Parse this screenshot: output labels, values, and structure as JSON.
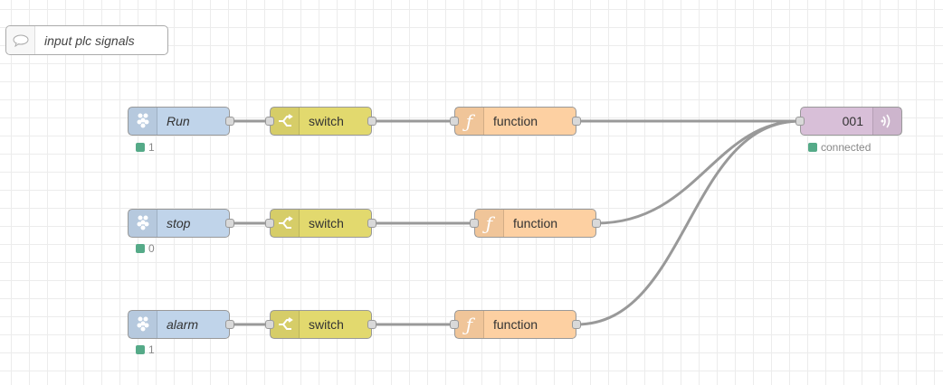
{
  "comment": {
    "label": "input plc signals",
    "icon": "comment-icon"
  },
  "rows": [
    {
      "input": {
        "label": "Run",
        "icon": "raspberry-pi-icon",
        "status": "1"
      },
      "switch": {
        "label": "switch",
        "icon": "switch-icon"
      },
      "function": {
        "label": "function",
        "icon": "function-icon"
      }
    },
    {
      "input": {
        "label": "stop",
        "icon": "raspberry-pi-icon",
        "status": "0"
      },
      "switch": {
        "label": "switch",
        "icon": "switch-icon"
      },
      "function": {
        "label": "function",
        "icon": "function-icon"
      }
    },
    {
      "input": {
        "label": "alarm",
        "icon": "raspberry-pi-icon",
        "status": "1"
      },
      "switch": {
        "label": "switch",
        "icon": "switch-icon"
      },
      "function": {
        "label": "function",
        "icon": "function-icon"
      }
    }
  ],
  "output": {
    "label": "001",
    "icon": "mqtt-out-icon",
    "status": "connected"
  },
  "colors": {
    "rpi": "#c0d4ea",
    "switch": "#e2d96e",
    "function": "#fdd0a2",
    "mqtt": "#d8bfd8",
    "wire": "#999999",
    "status_ok": "#55aa88"
  }
}
